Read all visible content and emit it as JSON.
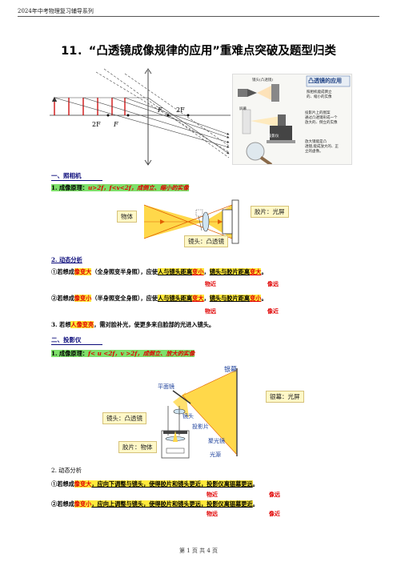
{
  "header": {
    "text": "2024年中考物理复习辅导系列"
  },
  "title": "11．“凸透镜成像规律的应用”重难点突破及题型归类",
  "top_diagram": {
    "f_right": "F",
    "twof_right": "2F",
    "twof_left": "2F",
    "f_left": "F"
  },
  "infographic": {
    "title": "凸透镜的应用",
    "camera_label": "镜头(凸透镜)",
    "camera_desc": [
      "照相机能成倒立",
      "的、缩小的实像"
    ],
    "proj_desc": [
      "投影片上的图案",
      "通过凸透镜形成一个",
      "放大的、倒立的实像"
    ],
    "screen_label": "屏幕",
    "mag_desc": [
      "放大镜能是凸",
      "透镜,能成放大的、正",
      "立的虚像。"
    ],
    "proj_label": "投影仪"
  },
  "camera": {
    "heading": "一、照相机",
    "principle_label": "1. 成像原理：",
    "principle": "u>2f，f<v<2f，成倒立、缩小的实像",
    "diagram": {
      "object": "物体",
      "film": "胶片：光屏",
      "lens": "镜头：凸透镜"
    },
    "dynamic_label": "2. 动态分析",
    "line1": {
      "prefix": "①若想成",
      "key": "像变大",
      "mid": "（全身照变半身照），应使",
      "a": "人与镜头距离",
      "a_key": "变小",
      "sep": "，",
      "b": "镜头与胶片距离",
      "b_key": "变大",
      "end": "。"
    },
    "note1": {
      "u": "物近",
      "v": "像远"
    },
    "line2": {
      "prefix": "②若想成",
      "key": "像变小",
      "mid": "（半身照变全身照），应使",
      "a": "人与镜头距离",
      "a_key": "变大",
      "sep": "，",
      "b": "镜头与胶片距离",
      "b_key": "变小",
      "end": "。"
    },
    "note2": {
      "u": "物远",
      "v": "像近"
    },
    "line3": {
      "prefix": "3. 若想",
      "key": "人像变亮",
      "rest": "，需对脸补光，使更多来自脸部的光进入镜头。"
    }
  },
  "projector": {
    "heading": "二、投影仪",
    "principle_label": "1. 成像原理：",
    "principle": "f< u <2f，v >2f，成倒立、放大的实像",
    "diagram": {
      "screen": "银幕",
      "mirror": "平面镜",
      "lens_tag": "镜头",
      "slide_tag": "投影片",
      "condenser": "聚光镜",
      "source": "光源",
      "screen_box": "银幕：光屏",
      "lens_box": "镜头：凸透镜",
      "slide_box": "胶片：物体"
    },
    "dynamic_label": "2. 动态分析",
    "line1": {
      "prefix": "①若想成",
      "key": "像变大",
      "a": "，应向下调整与镜头",
      "b": "，使得胶片和镜头更近",
      "c": "，投影仪离银幕更远",
      "end": "。"
    },
    "note1": {
      "u": "物近",
      "v": "像远"
    },
    "line2": {
      "prefix": "②若想成",
      "key": "像变小",
      "a": "，应向上调整与镜头",
      "b": "，使得胶片和镜头更远",
      "c": "，投影仪离银幕更近",
      "end": "。"
    },
    "note2": {
      "u": "物远",
      "v": "像近"
    }
  },
  "footer": "第 1 页 共 4 页"
}
